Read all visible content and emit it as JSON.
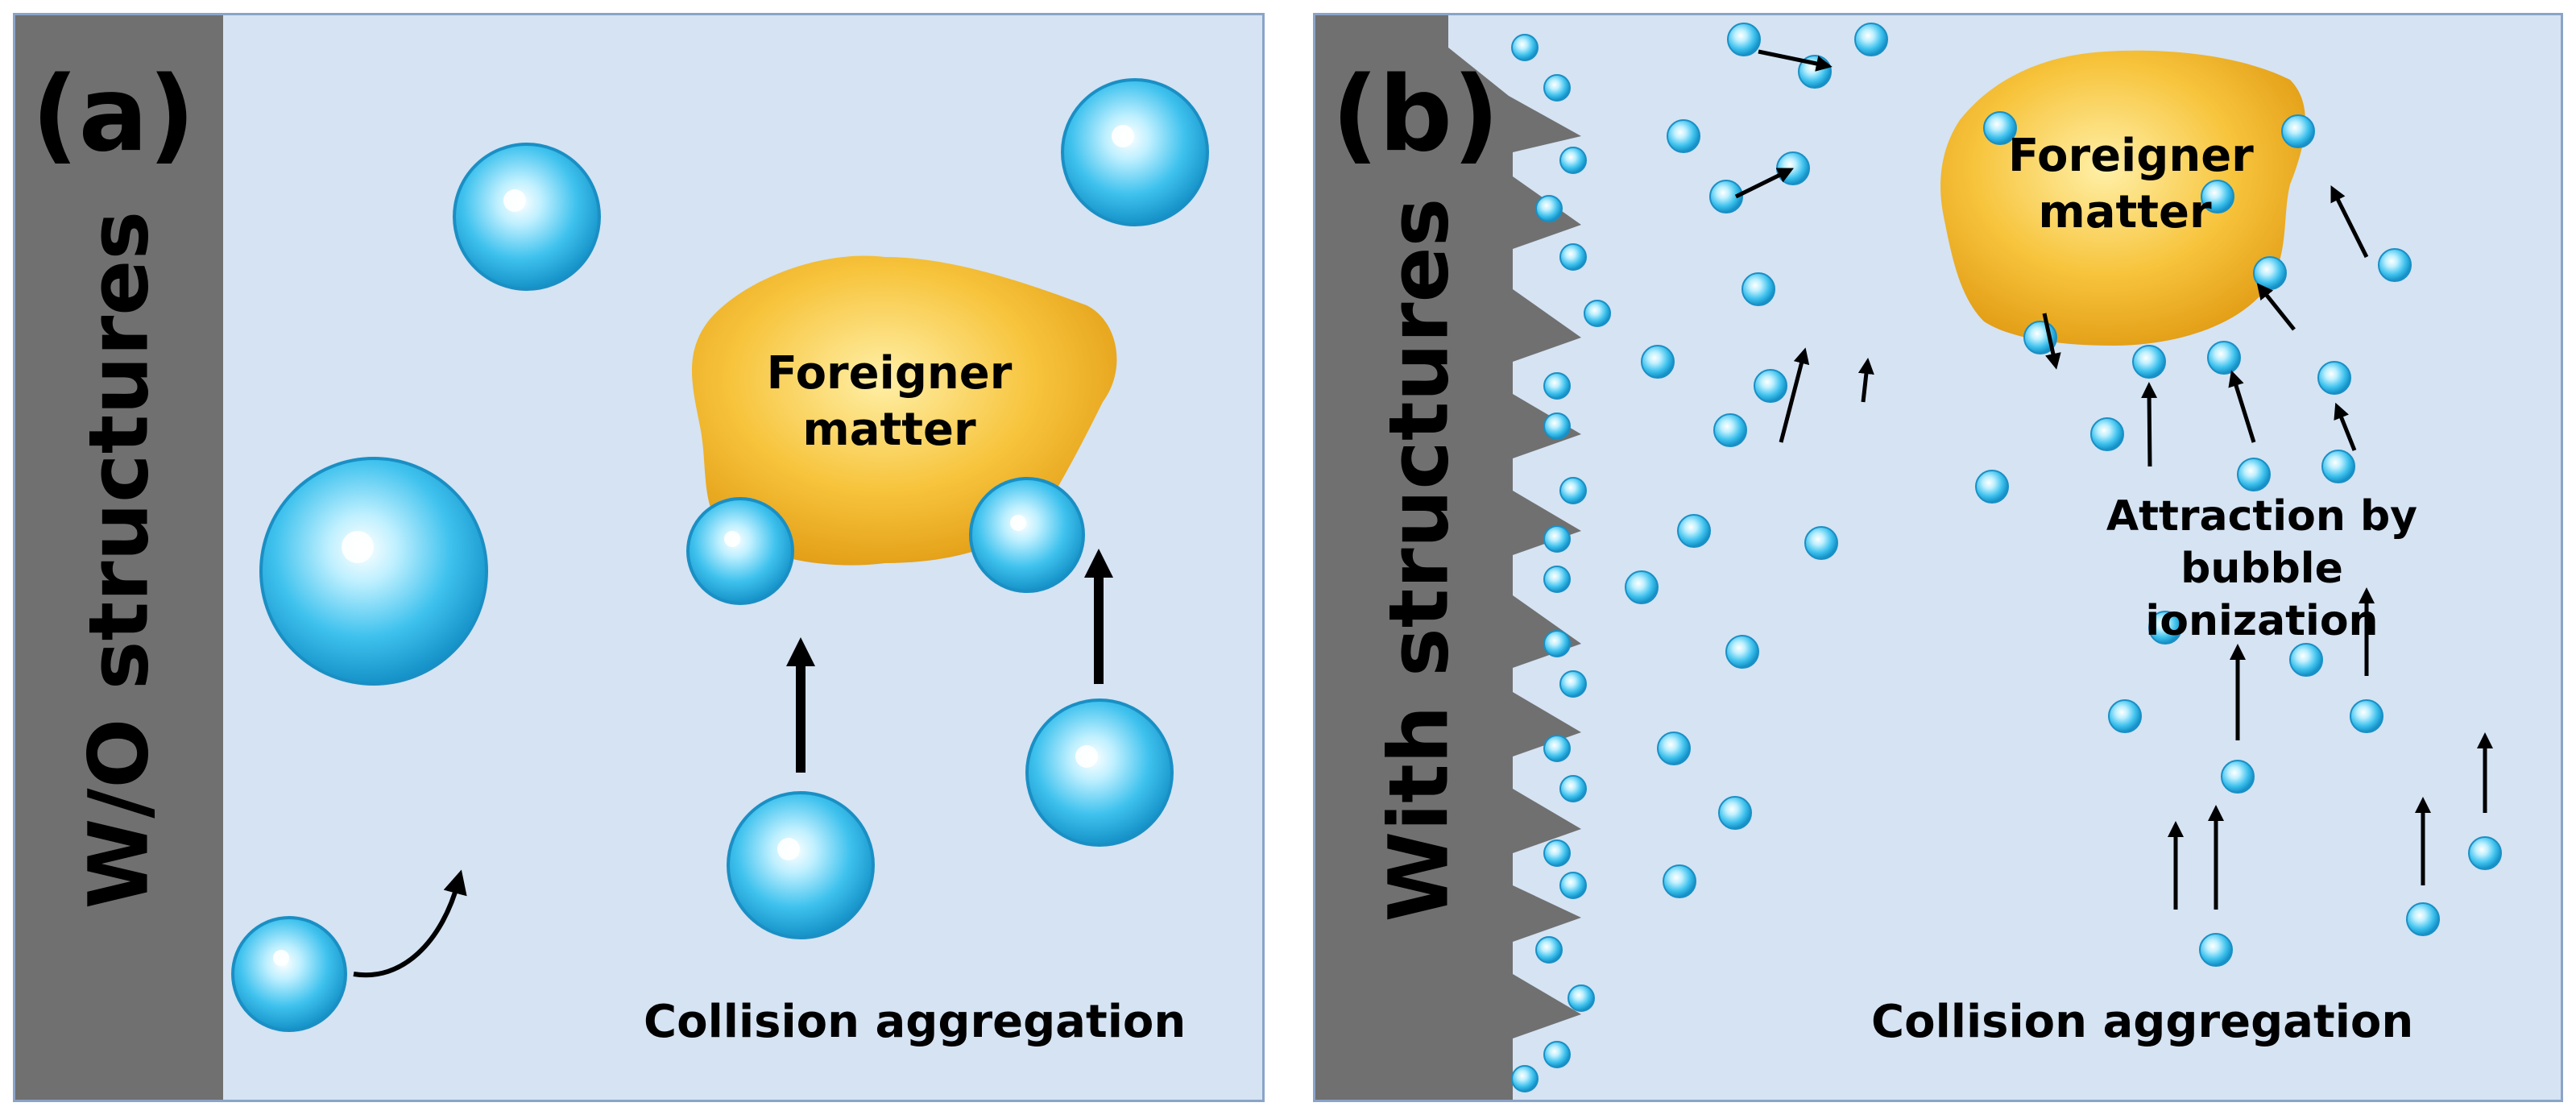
{
  "panel_a": {
    "label": "(a)",
    "wall_label": "W/O structures",
    "foreign_label": "Foreigner matter",
    "caption": "Collision aggregation"
  },
  "panel_b": {
    "label": "(b)",
    "wall_label": "With structures",
    "foreign_label": "Foreigner matter",
    "attraction_label": "Attraction by bubble ionization",
    "caption": "Collision aggregation"
  },
  "colors": {
    "background": "#d5e3f3",
    "border": "#8aa4c8",
    "wall": "#707070",
    "foreign_matter": "#f0b429",
    "bubble": "#3fc2ee"
  }
}
